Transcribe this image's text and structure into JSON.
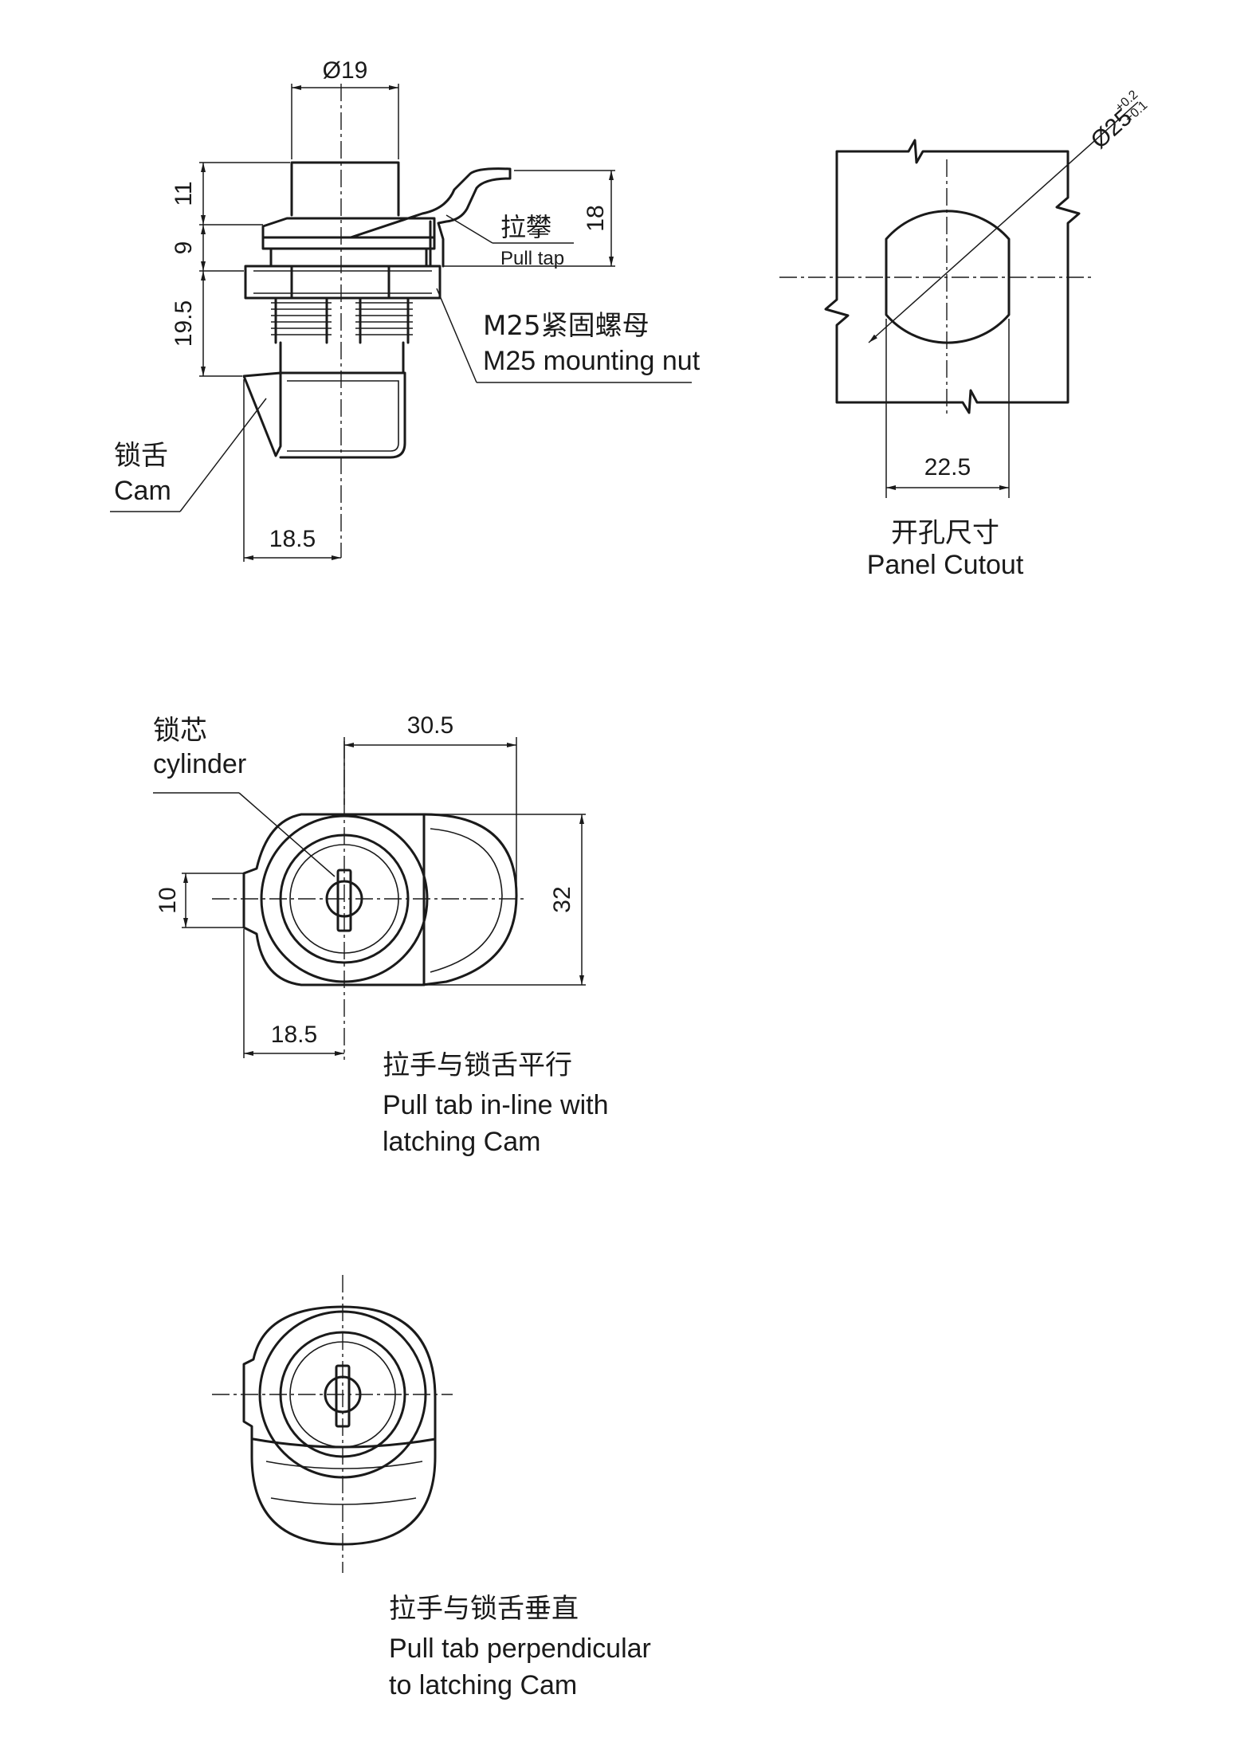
{
  "side_view": {
    "dim_diameter": "Ø19",
    "dim_height_top": "11",
    "dim_height_mid": "9",
    "dim_height_bottom": "19.5",
    "dim_pull_tab_height": "18",
    "dim_cam_offset": "18.5",
    "pull_tab_label_cn": "拉攀",
    "pull_tab_label_en": "Pull tap",
    "nut_label_cn": "M25紧固螺母",
    "nut_label_en": "M25 mounting nut",
    "cam_label_cn": "锁舌",
    "cam_label_en": "Cam"
  },
  "panel_cutout": {
    "dim_diameter": "Ø25",
    "tol_upper": "+0.2",
    "tol_lower": "+0.1",
    "dim_width": "22.5",
    "caption_cn": "开孔尺寸",
    "caption_en": "Panel Cutout"
  },
  "front_inline": {
    "dim_width": "30.5",
    "dim_height": "32",
    "dim_cam_width": "10",
    "dim_offset": "18.5",
    "cylinder_label_cn": "锁芯",
    "cylinder_label_en": "cylinder",
    "caption_cn": "拉手与锁舌平行",
    "caption_en_line1": "Pull tab in-line with",
    "caption_en_line2": "latching Cam"
  },
  "front_perpendicular": {
    "caption_cn": "拉手与锁舌垂直",
    "caption_en_line1": "Pull tab perpendicular",
    "caption_en_line2": "to latching Cam"
  }
}
